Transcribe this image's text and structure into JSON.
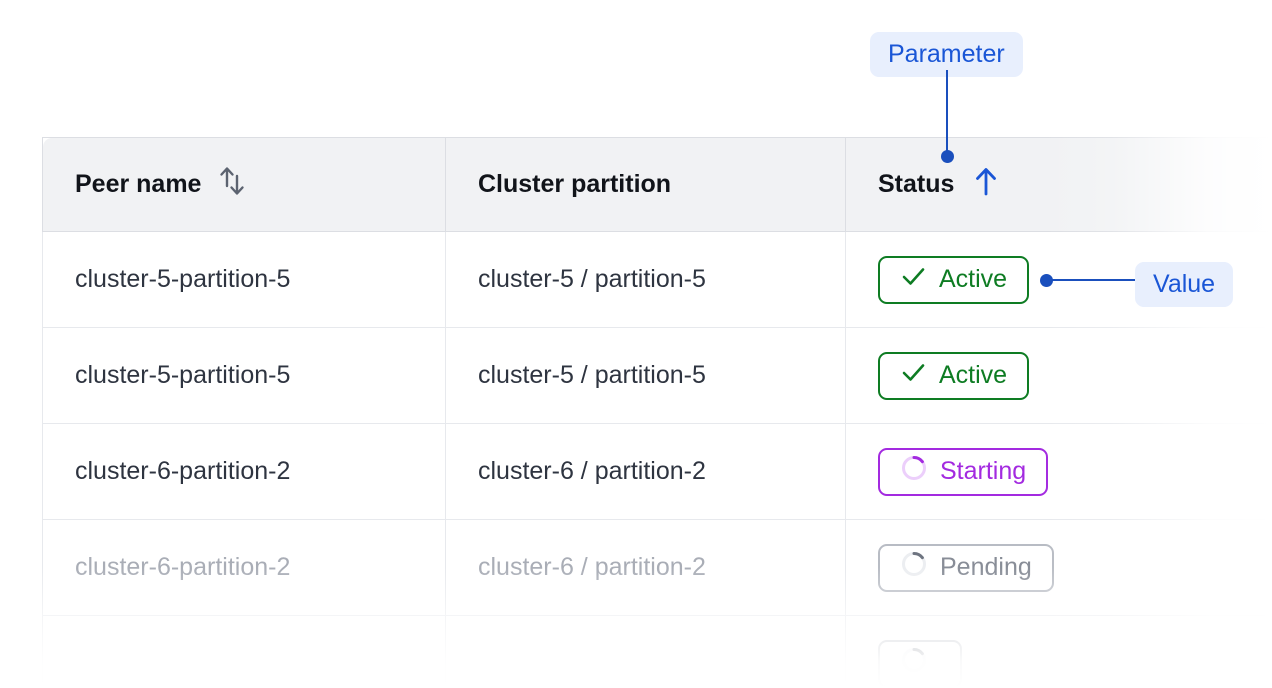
{
  "table": {
    "columns": [
      {
        "label": "Peer name",
        "sort_icon": "sort-unsorted-icon",
        "sort_state": "none"
      },
      {
        "label": "Cluster partition",
        "sort_icon": null,
        "sort_state": "none"
      },
      {
        "label": "Status",
        "sort_icon": "sort-ascending-icon",
        "sort_state": "ascending"
      }
    ],
    "rows": [
      {
        "peer_name": "cluster-5-partition-5",
        "cluster_partition": "cluster-5 / partition-5",
        "status": "Active",
        "status_kind": "active",
        "status_icon": "check-icon",
        "muted": false
      },
      {
        "peer_name": "cluster-5-partition-5",
        "cluster_partition": "cluster-5 / partition-5",
        "status": "Active",
        "status_kind": "active",
        "status_icon": "check-icon",
        "muted": false
      },
      {
        "peer_name": "cluster-6-partition-2",
        "cluster_partition": "cluster-6 / partition-2",
        "status": "Starting",
        "status_kind": "starting",
        "status_icon": "spinner-icon",
        "muted": false
      },
      {
        "peer_name": "cluster-6-partition-2",
        "cluster_partition": "cluster-6 / partition-2",
        "status": "Pending",
        "status_kind": "pending",
        "status_icon": "spinner-icon",
        "muted": true
      },
      {
        "peer_name": "",
        "cluster_partition": "",
        "status": "",
        "status_kind": "pending",
        "status_icon": "spinner-icon",
        "muted": true
      }
    ]
  },
  "annotations": {
    "parameter": {
      "label": "Parameter",
      "target": "status-column-header"
    },
    "value": {
      "label": "Value",
      "target": "status-badge-row-1"
    }
  },
  "colors": {
    "accent_blue": "#1a56d6",
    "annotation_line": "#1a4fbd",
    "annotation_pill_bg": "#e8effd",
    "status_active": "#0e7c23",
    "status_starting": "#a32ae0",
    "status_pending": "#888d97",
    "header_bg": "#f1f2f4",
    "border": "#dcdee3",
    "text": "#2e3440",
    "text_muted": "#a9adb6"
  }
}
